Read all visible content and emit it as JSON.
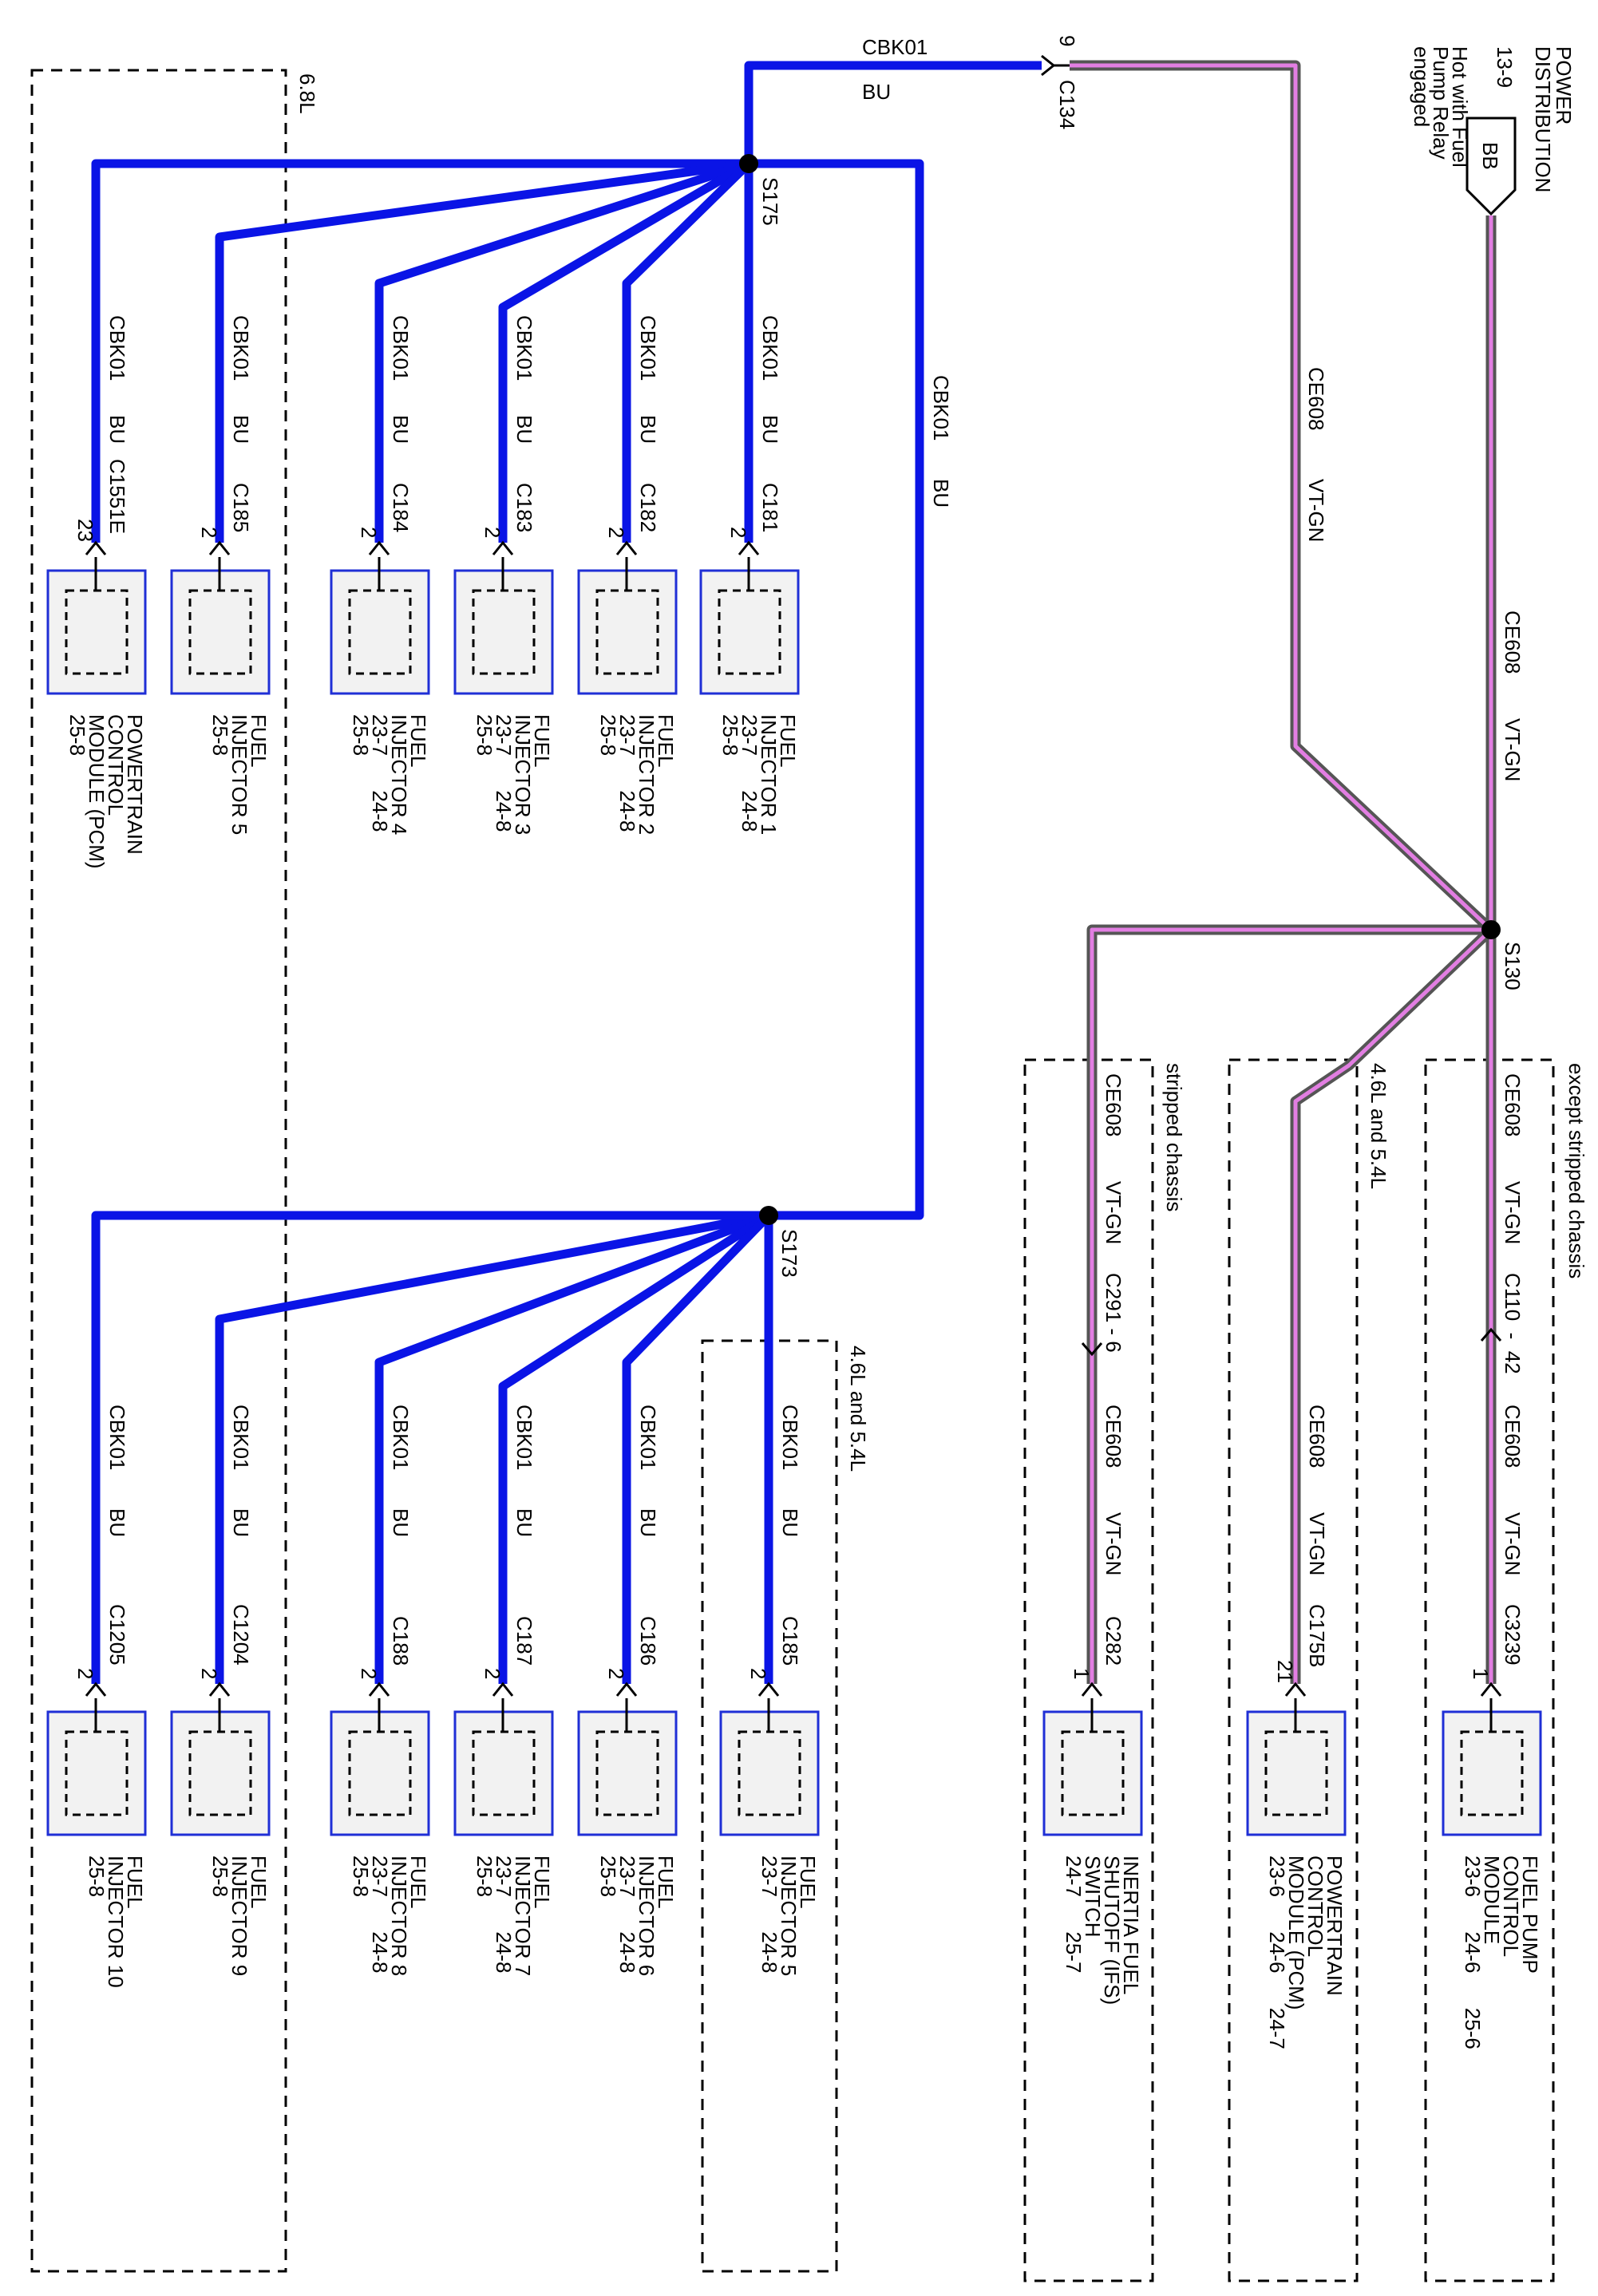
{
  "colors": {
    "bu_wire": "#0a14e6",
    "vtgn_outer": "#555555",
    "vtgn_inner": "#e27ee2",
    "box_border": "#1f2fd6",
    "box_fill": "#f2f2f2"
  },
  "power": {
    "title_line1": "POWER",
    "title_line2": "DISTRIBUTION",
    "pin": "13-9",
    "connector": "BB",
    "note_line1": "Hot with Fuel",
    "note_line2": "Pump Relay",
    "note_line3": "engaged"
  },
  "top_wire": {
    "circuit": "CBK01",
    "color": "BU",
    "connector": "C134",
    "pin": "9"
  },
  "vtgn_wire": {
    "circuit": "CE608",
    "color": "VT-GN"
  },
  "bu_trunk": {
    "circuit": "CBK01",
    "color": "BU"
  },
  "splices": {
    "s175": "S175",
    "s173": "S173",
    "s130": "S130"
  },
  "regions": {
    "r68": "6.8L",
    "r4654_inj": "4.6L and 5.4L",
    "except": "except stripped chassis",
    "r4654_pcm": "4.6L and 5.4L",
    "stripped": "stripped chassis"
  },
  "top_row": [
    {
      "circuit": "CBK01",
      "color": "BU",
      "connector": "C1551E",
      "pin": "23",
      "line1": "POWERTRAIN",
      "line2": "CONTROL",
      "line3": "MODULE (PCM)",
      "refs": "25-8"
    },
    {
      "circuit": "CBK01",
      "color": "BU",
      "connector": "C185",
      "pin": "2",
      "line1": "FUEL",
      "line2": "INJECTOR 5",
      "refs": "25-8"
    },
    {
      "circuit": "CBK01",
      "color": "BU",
      "connector": "C184",
      "pin": "2",
      "line1": "FUEL",
      "line2": "INJECTOR 4",
      "refs1": "23-7      24-8",
      "refs2": "25-8"
    },
    {
      "circuit": "CBK01",
      "color": "BU",
      "connector": "C183",
      "pin": "2",
      "line1": "FUEL",
      "line2": "INJECTOR 3",
      "refs1": "23-7      24-8",
      "refs2": "25-8"
    },
    {
      "circuit": "CBK01",
      "color": "BU",
      "connector": "C182",
      "pin": "2",
      "line1": "FUEL",
      "line2": "INJECTOR 2",
      "refs1": "23-7      24-8",
      "refs2": "25-8"
    },
    {
      "circuit": "CBK01",
      "color": "BU",
      "connector": "C181",
      "pin": "2",
      "line1": "FUEL",
      "line2": "INJECTOR 1",
      "refs1": "23-7      24-8",
      "refs2": "25-8"
    }
  ],
  "bottom_row": [
    {
      "circuit": "CBK01",
      "color": "BU",
      "connector": "C1205",
      "pin": "2",
      "line1": "FUEL",
      "line2": "INJECTOR 10",
      "refs": "25-8"
    },
    {
      "circuit": "CBK01",
      "color": "BU",
      "connector": "C1204",
      "pin": "2",
      "line1": "FUEL",
      "line2": "INJECTOR 9",
      "refs": "25-8"
    },
    {
      "circuit": "CBK01",
      "color": "BU",
      "connector": "C188",
      "pin": "2",
      "line1": "FUEL",
      "line2": "INJECTOR 8",
      "refs1": "23-7      24-8",
      "refs2": "25-8"
    },
    {
      "circuit": "CBK01",
      "color": "BU",
      "connector": "C187",
      "pin": "2",
      "line1": "FUEL",
      "line2": "INJECTOR 7",
      "refs1": "23-7      24-8",
      "refs2": "25-8"
    },
    {
      "circuit": "CBK01",
      "color": "BU",
      "connector": "C186",
      "pin": "2",
      "line1": "FUEL",
      "line2": "INJECTOR 6",
      "refs1": "23-7      24-8",
      "refs2": "25-8"
    },
    {
      "circuit": "CBK01",
      "color": "BU",
      "connector": "C185",
      "pin": "2",
      "line1": "FUEL",
      "line2": "INJECTOR 5",
      "refs1": "23-7      24-8"
    }
  ],
  "right_col": [
    {
      "circuit_a": "CE608",
      "color_a": "VT-GN",
      "inline": "C110  -  42",
      "circuit_b": "CE608",
      "color_b": "VT-GN",
      "connector": "C3239",
      "pin": "1",
      "line1": "FUEL PUMP",
      "line2": "CONTROL",
      "line3": "MODULE",
      "refs": "23-6      24-6      25-6"
    },
    {
      "circuit_b": "CE608",
      "color_b": "VT-GN",
      "connector": "C175B",
      "pin": "21",
      "line1": "POWERTRAIN",
      "line2": "CONTROL",
      "line3": "MODULE (PCM)",
      "refs": "23-6      24-6      24-7"
    },
    {
      "circuit_a": "CE608",
      "color_a": "VT-GN",
      "inline": "C291 - 6",
      "circuit_b": "CE608",
      "color_b": "VT-GN",
      "connector": "C282",
      "pin": "1",
      "line1": "INERTIA FUEL",
      "line2": "SHUTOFF (IFS)",
      "line3": "SWITCH",
      "refs": "24-7      25-7"
    }
  ]
}
